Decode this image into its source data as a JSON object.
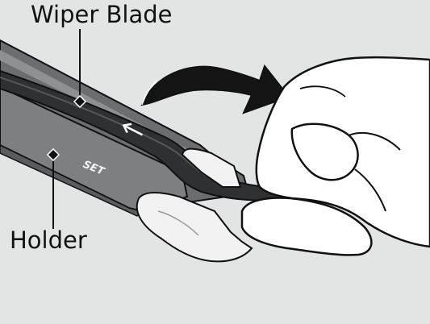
{
  "labels": {
    "wiper_blade": "Wiper Blade",
    "holder": "Holder"
  },
  "holder_marking": "SET",
  "icons": {
    "direction_arrow": "left-arrow-icon",
    "motion_arrow": "curved-arrow-icon"
  },
  "colors": {
    "background": "#e3e4e4",
    "rail": "#6b6d6e",
    "rubber": "#2f3031",
    "clip": "#f2f2f2",
    "outline": "#111111"
  }
}
